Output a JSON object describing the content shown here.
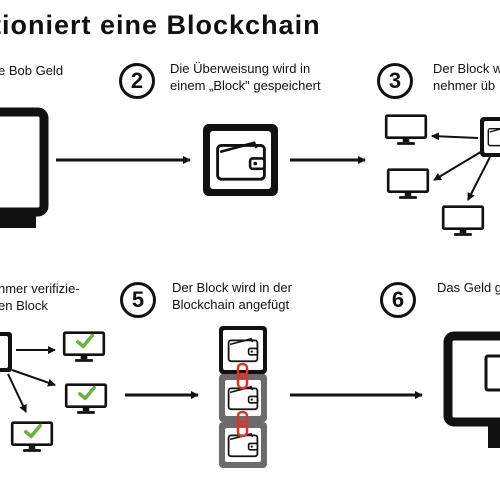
{
  "title": "tioniert eine Blockchain",
  "steps": [
    {
      "number": "",
      "text_lines": [
        "e Bob Geld"
      ]
    },
    {
      "number": "2",
      "text_lines": [
        "Die Überweisung wird in",
        "einem „Block\" gespeichert"
      ]
    },
    {
      "number": "3",
      "text_lines": [
        "Der Block w",
        "nehmer üb"
      ]
    },
    {
      "number": "",
      "text_lines": [
        "hmer verifizie-",
        "en Block"
      ]
    },
    {
      "number": "5",
      "text_lines": [
        "Der Block wird in der",
        "Blockchain angefügt"
      ]
    },
    {
      "number": "6",
      "text_lines": [
        "Das Geld g"
      ]
    }
  ],
  "colors": {
    "ink": "#111111",
    "check": "#6db33f",
    "chain": "#d9362b",
    "block_gray": "#6b6b6b"
  },
  "icons": [
    "computer-icon",
    "wallet-icon",
    "arrow-icon",
    "checkmark-icon",
    "chain-link-icon"
  ]
}
